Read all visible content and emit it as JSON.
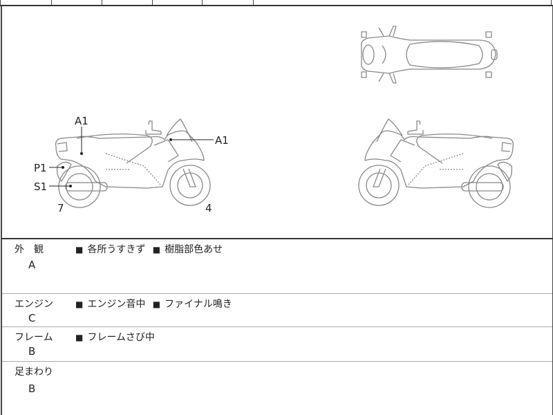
{
  "diagram": {
    "side_left_labels": {
      "a1_top": "A1",
      "a1_front": "A1",
      "p1": "P1",
      "s1": "S1",
      "rear_count": "7",
      "front_count": "4"
    }
  },
  "condition": [
    {
      "category": "外　観",
      "grade": "A",
      "notes": [
        "各所うすきず",
        "樹脂部色あせ"
      ]
    },
    {
      "category": "エンジン",
      "grade": "C",
      "notes": [
        "エンジン音中",
        "ファイナル鳴き"
      ]
    },
    {
      "category": "フレーム",
      "grade": "B",
      "notes": [
        "フレームさび中"
      ]
    },
    {
      "category": "足まわり",
      "grade": "B",
      "notes": []
    }
  ],
  "colors": {
    "line": "#888888",
    "border": "#333333"
  },
  "icons": {
    "bullet": "black-square"
  }
}
